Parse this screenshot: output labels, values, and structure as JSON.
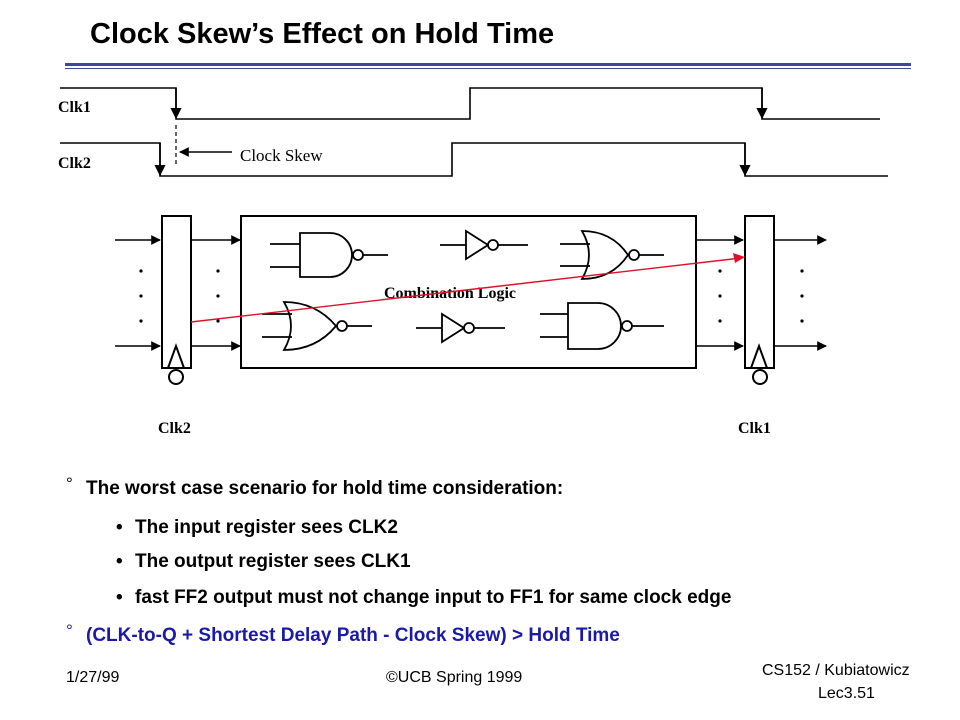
{
  "title": "Clock Skew’s Effect on Hold Time",
  "colors": {
    "rule": "#3a4a9a",
    "highlight_path": "#e0102a",
    "final_bullet": "#1a1aa6"
  },
  "diagram": {
    "clk1_label": "Clk1",
    "clk2_label": "Clk2",
    "skew_label": "Clock Skew",
    "comb_label": "Combination Logic",
    "reg_left_label": "Clk2",
    "reg_right_label": "Clk1",
    "dots": ". . ."
  },
  "bullets": {
    "main": "The worst case scenario for hold time consideration:",
    "sub": [
      "The input register sees CLK2",
      "The output register sees CLK1",
      "fast FF2 output must not change input to FF1 for same clock edge"
    ],
    "final": "(CLK-to-Q + Shortest Delay Path - Clock Skew)  >  Hold Time",
    "marker": "°",
    "sub_marker": "•"
  },
  "footer": {
    "date": "1/27/99",
    "copyright": "©UCB Spring 1999",
    "course": "CS152 / Kubiatowicz",
    "lecture": "Lec3.51"
  }
}
